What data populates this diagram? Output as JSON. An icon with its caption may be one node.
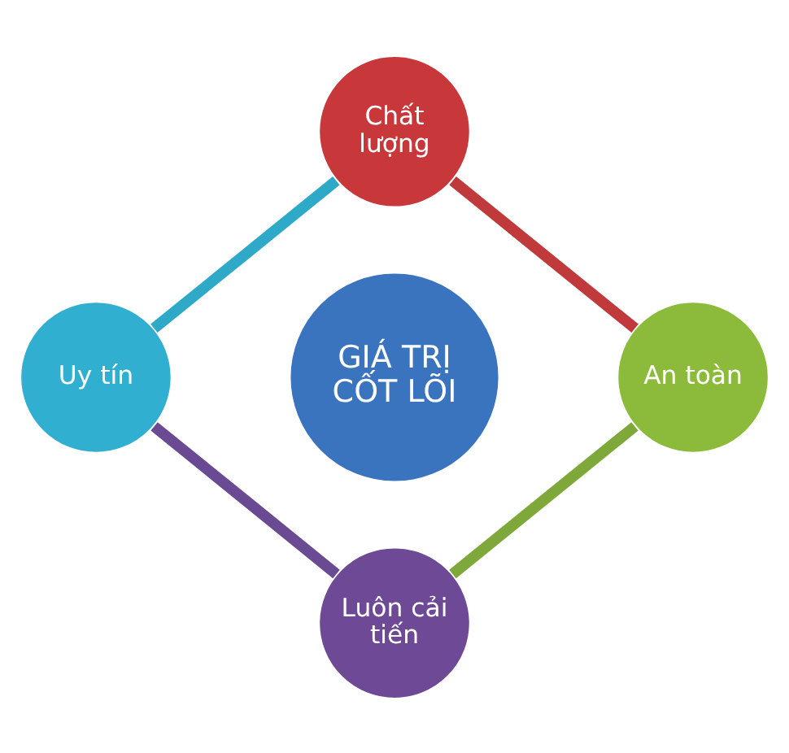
{
  "diagram": {
    "nodes": [
      {
        "text": [
          "Chất lượng"
        ]
      },
      {
        "text": [
          "Uy tín"
        ]
      },
      {
        "text": [
          "GIÁ TRỊ CỐT LÕI"
        ]
      },
      {
        "text": [
          "An toàn"
        ]
      },
      {
        "text": [
          "Luôn cải tiến"
        ]
      }
    ],
    "edges": [
      {
        "from": 0,
        "to": 3,
        "arrow": "none",
        "color": "#c0393b"
      },
      {
        "from": 3,
        "to": 4,
        "arrow": "none",
        "color": "#7ea83a"
      },
      {
        "from": 4,
        "to": 1,
        "arrow": "none",
        "color": "#6a4a92"
      },
      {
        "from": 1,
        "to": 0,
        "arrow": "none",
        "color": "#2fa9c8"
      }
    ]
  }
}
